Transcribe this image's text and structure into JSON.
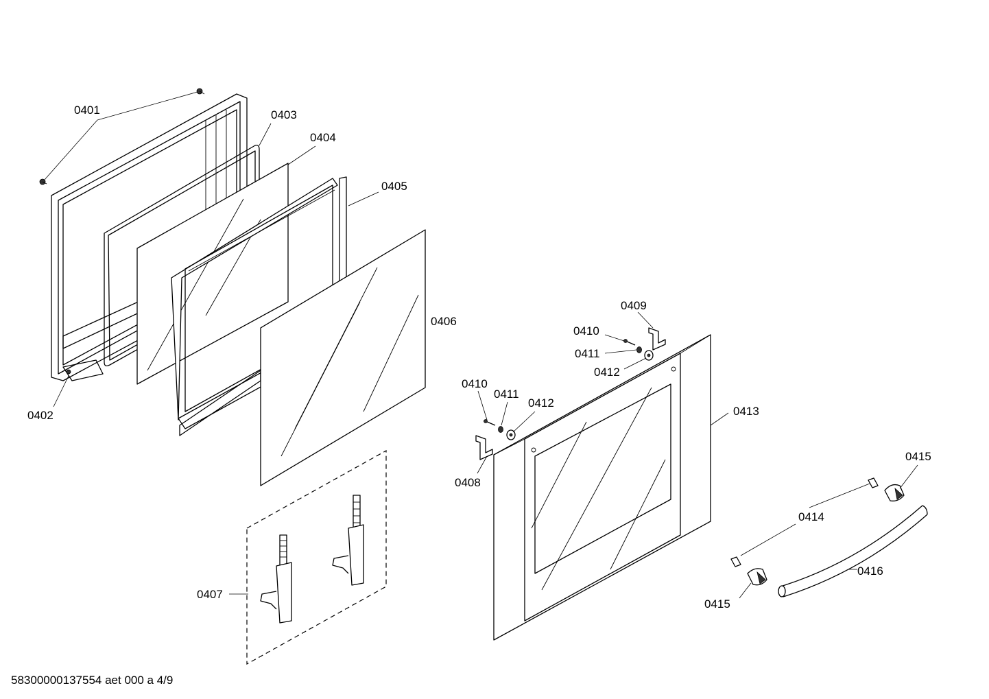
{
  "labels": {
    "p0401": "0401",
    "p0402": "0402",
    "p0403": "0403",
    "p0404": "0404",
    "p0405": "0405",
    "p0406": "0406",
    "p0407": "0407",
    "p0408": "0408",
    "p0409": "0409",
    "p0410a": "0410",
    "p0410b": "0410",
    "p0411a": "0411",
    "p0411b": "0411",
    "p0412a": "0412",
    "p0412b": "0412",
    "p0413": "0413",
    "p0414": "0414",
    "p0415a": "0415",
    "p0415b": "0415",
    "p0416": "0416"
  },
  "footer": "58300000137554 aet 000 a 4/9"
}
